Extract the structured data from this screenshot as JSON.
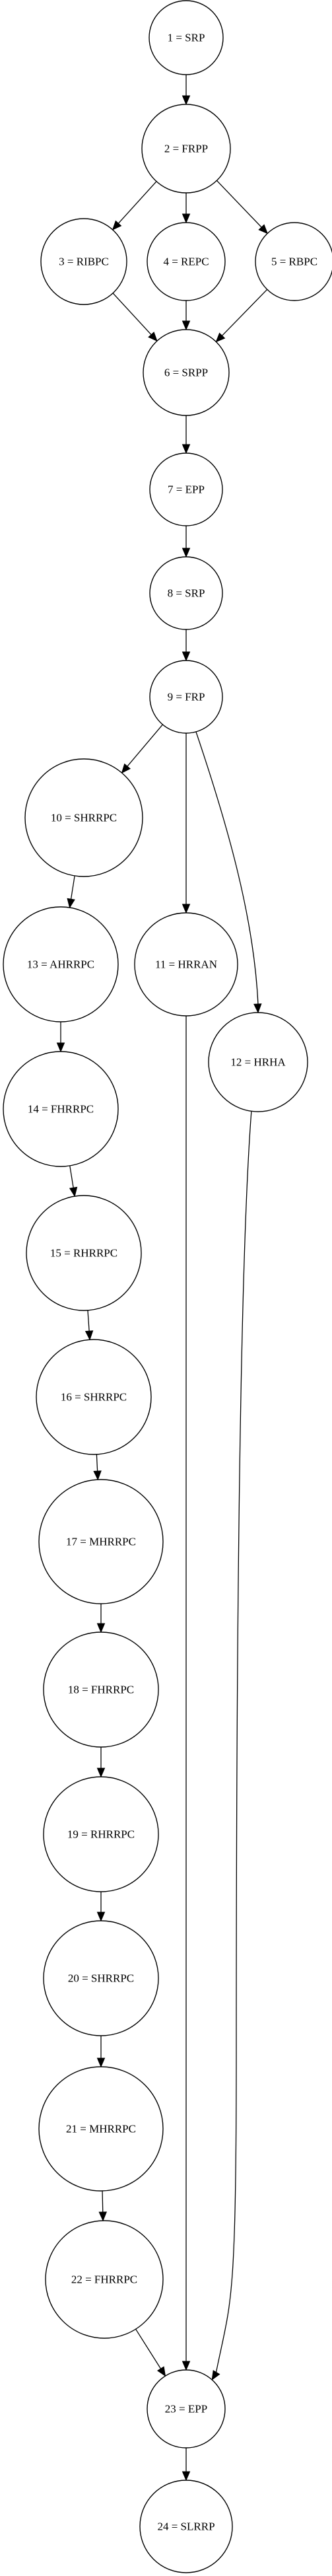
{
  "nodes": [
    {
      "id": "1",
      "label": "1 = SRP"
    },
    {
      "id": "2",
      "label": "2 = FRPP"
    },
    {
      "id": "3",
      "label": "3 = RIBPC"
    },
    {
      "id": "4",
      "label": "4 = REPC"
    },
    {
      "id": "5",
      "label": "5 = RBPC"
    },
    {
      "id": "6",
      "label": "6 = SRPP"
    },
    {
      "id": "7",
      "label": "7 = EPP"
    },
    {
      "id": "8",
      "label": "8 = SRP"
    },
    {
      "id": "9",
      "label": "9 = FRP"
    },
    {
      "id": "10",
      "label": "10 = SHRRPC"
    },
    {
      "id": "11",
      "label": "11 = HRRAN"
    },
    {
      "id": "12",
      "label": "12 = HRHA"
    },
    {
      "id": "13",
      "label": "13 = AHRRPC"
    },
    {
      "id": "14",
      "label": "14 = FHRRPC"
    },
    {
      "id": "15",
      "label": "15 = RHRRPC"
    },
    {
      "id": "16",
      "label": "16 = SHRRPC"
    },
    {
      "id": "17",
      "label": "17 = MHRRPC"
    },
    {
      "id": "18",
      "label": "18 = FHRRPC"
    },
    {
      "id": "19",
      "label": "19 = RHRRPC"
    },
    {
      "id": "20",
      "label": "20 = SHRRPC"
    },
    {
      "id": "21",
      "label": "21 = MHRRPC"
    },
    {
      "id": "22",
      "label": "22 = FHRRPC"
    },
    {
      "id": "23",
      "label": "23 = EPP"
    },
    {
      "id": "24",
      "label": "24 = SLRRP"
    }
  ],
  "edges": [
    {
      "from": "1",
      "to": "2"
    },
    {
      "from": "2",
      "to": "3"
    },
    {
      "from": "2",
      "to": "4"
    },
    {
      "from": "2",
      "to": "5"
    },
    {
      "from": "3",
      "to": "6"
    },
    {
      "from": "4",
      "to": "6"
    },
    {
      "from": "5",
      "to": "6"
    },
    {
      "from": "6",
      "to": "7"
    },
    {
      "from": "7",
      "to": "8"
    },
    {
      "from": "8",
      "to": "9"
    },
    {
      "from": "9",
      "to": "10"
    },
    {
      "from": "9",
      "to": "11"
    },
    {
      "from": "9",
      "to": "12"
    },
    {
      "from": "10",
      "to": "13"
    },
    {
      "from": "13",
      "to": "14"
    },
    {
      "from": "14",
      "to": "15"
    },
    {
      "from": "15",
      "to": "16"
    },
    {
      "from": "16",
      "to": "17"
    },
    {
      "from": "17",
      "to": "18"
    },
    {
      "from": "18",
      "to": "19"
    },
    {
      "from": "19",
      "to": "20"
    },
    {
      "from": "20",
      "to": "21"
    },
    {
      "from": "21",
      "to": "22"
    },
    {
      "from": "22",
      "to": "23"
    },
    {
      "from": "11",
      "to": "23"
    },
    {
      "from": "12",
      "to": "23"
    },
    {
      "from": "23",
      "to": "24"
    }
  ]
}
